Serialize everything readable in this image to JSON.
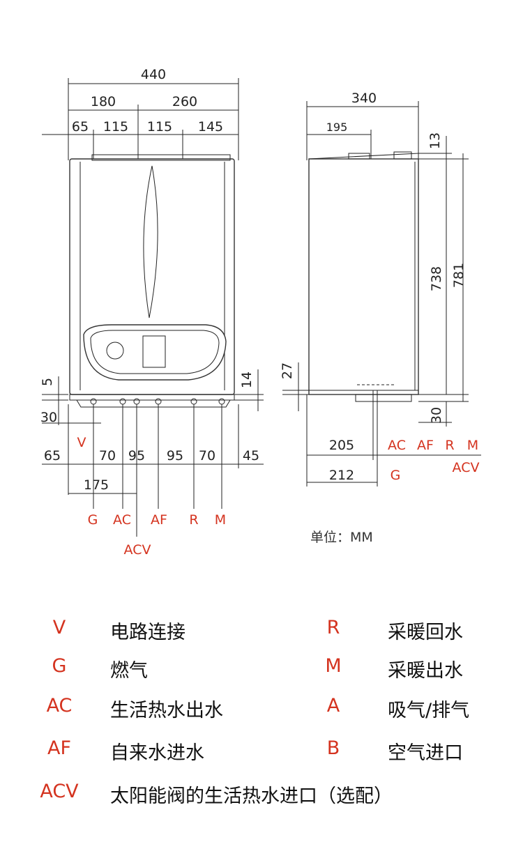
{
  "front_view": {
    "top_dims": [
      "440",
      "180",
      "260",
      "65",
      "115",
      "115",
      "145"
    ],
    "left_dims": [
      "5",
      "30"
    ],
    "right_dims": [
      "14"
    ],
    "bottom_dims": [
      "65",
      "70",
      "95",
      "95",
      "70",
      "45",
      "175"
    ],
    "connection_labels": [
      "V",
      "G",
      "AC",
      "AF",
      "R",
      "M",
      "ACV"
    ]
  },
  "side_view": {
    "top_dims": [
      "340",
      "195",
      "13"
    ],
    "vertical_dims": [
      "738",
      "781",
      "27",
      "30"
    ],
    "bottom_dims": [
      "205",
      "212"
    ],
    "connection_labels": [
      "AC",
      "AF",
      "R",
      "M",
      "ACV",
      "G"
    ]
  },
  "unit_label": "单位：MM",
  "legend": [
    {
      "code": "V",
      "text": "电路连接"
    },
    {
      "code": "R",
      "text": "采暖回水"
    },
    {
      "code": "G",
      "text": "燃气"
    },
    {
      "code": "M",
      "text": "采暖出水"
    },
    {
      "code": "AC",
      "text": "生活热水出水"
    },
    {
      "code": "A",
      "text": "吸气/排气"
    },
    {
      "code": "AF",
      "text": "自来水进水"
    },
    {
      "code": "B",
      "text": "空气进口"
    },
    {
      "code": "ACV",
      "text": "太阳能阀的生活热水进口（选配）"
    }
  ]
}
